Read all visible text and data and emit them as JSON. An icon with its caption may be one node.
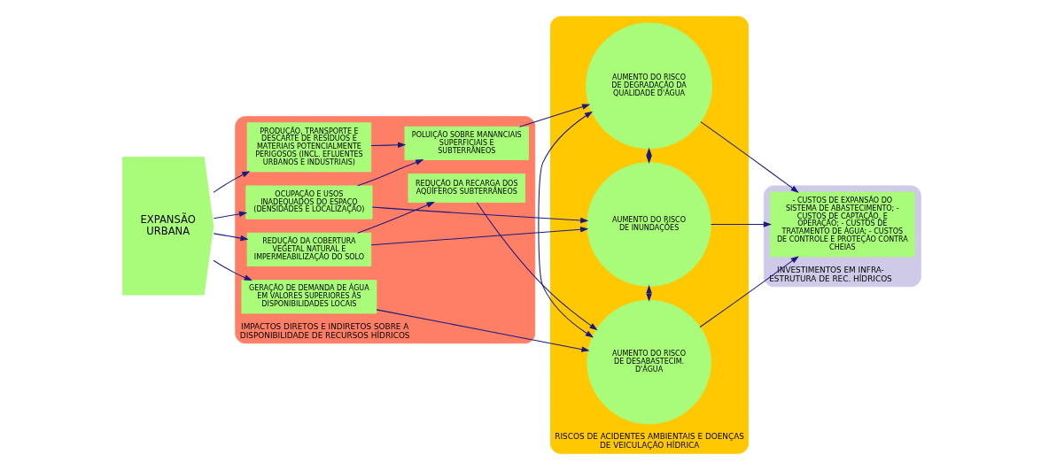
{
  "diagram": {
    "nodes": [
      {
        "text": [
          "EXPANSÃO URBANA"
        ]
      },
      {
        "text": [
          "IMPACTOS DIRETOS E INDIRETOS SOBRE A DISPONIBILIDADE DE RECURSOS HÍDRICOS"
        ]
      },
      {
        "text": [
          "GERAÇÃO DE DEMANDA DE ÁGUA EM VALORES SUPERIORES ÀS DISPONIBILIDADES LOCAIS"
        ],
        "in": 1
      },
      {
        "text": [
          "REDUÇÃO DA COBERTURA VEGETAL NATURAL E IMPERMEABILIZAÇÃO DO SOLO"
        ],
        "in": 1
      },
      {
        "text": [
          "OCUPAÇÃO E USOS INADEQUADOS DO ESPAÇO (DENSIDADES E LOCALIZAÇÃO)"
        ],
        "in": 1
      },
      {
        "text": [
          "PRODUÇÃO, TRANSPORTE E DESCARTE DE RESÍDUOS E MATERIAIS POTENCIALMENTE PERIGOSOS (INCL. EFLUENTES URBANOS E INDUSTRIAIS)"
        ],
        "in": 1
      },
      {
        "text": [
          "REDUÇÃO DA RECARGA DOS AQÜÍFEROS SUBTERRÂNEOS"
        ],
        "in": 1
      },
      {
        "text": [
          "POLUIÇÃO SOBRE MANANCIAIS SUPERFICIAIS E SUBTERRÂNEOS"
        ],
        "in": 1
      },
      {
        "text": [
          "RISCOS DE ACIDENTES AMBIENTAIS E DOENÇAS DE VEICULAÇÃO HÍDRICA"
        ]
      },
      {
        "text": [
          "AUMENTO DO RISCO DE DESABASTECIM. D'ÁGUA"
        ],
        "in": 8
      },
      {
        "text": [
          "AUMENTO DO RISCO DE INUNDAÇÕES"
        ],
        "in": 8
      },
      {
        "text": [
          "AUMENTO DO RISCO DE DEGRADAÇÃO DA QUALIDADE D'ÁGUA"
        ],
        "in": 8
      },
      {
        "text": [
          "INVESTIMENTOS EM INFRA-ESTRUTURA DE REC. HÍDRICOS"
        ]
      },
      {
        "text": [
          "- CUSTOS DE EXPANSÃO DO SISTEMA DE ABASTECIMENTO; - CUSTOS DE CAPTAÇÃO, E OPERAÇÃO; - CUSTOS DE TRATAMENTO DE ÁGUA; - CUSTOS DE CONTROLE E PROTEÇÃO CONTRA CHEIAS"
        ],
        "in": 12
      }
    ],
    "edges": [
      {
        "from": 0,
        "to": 2,
        "arrow": "to"
      },
      {
        "from": 0,
        "to": 3,
        "arrow": "to"
      },
      {
        "from": 0,
        "to": 4,
        "arrow": "to"
      },
      {
        "from": 0,
        "to": 5,
        "arrow": "to"
      },
      {
        "from": 2,
        "to": 9,
        "arrow": "to"
      },
      {
        "from": 3,
        "to": 6,
        "arrow": "to"
      },
      {
        "from": 3,
        "to": 10,
        "arrow": "to"
      },
      {
        "from": 6,
        "to": 9,
        "arrow": "to"
      },
      {
        "from": 4,
        "to": 10,
        "arrow": "to"
      },
      {
        "from": 4,
        "to": 7,
        "arrow": "to"
      },
      {
        "from": 5,
        "to": 7,
        "arrow": "to"
      },
      {
        "from": 7,
        "to": 11,
        "arrow": "to"
      },
      {
        "from": 10,
        "to": 9,
        "arrow": "both"
      },
      {
        "from": 9,
        "to": 11,
        "arrow": "both"
      },
      {
        "from": 10,
        "to": 11,
        "arrow": "both"
      },
      {
        "from": 9,
        "to": 13,
        "arrow": "to"
      },
      {
        "from": 10,
        "to": 13,
        "arrow": "to"
      },
      {
        "from": 11,
        "to": 13,
        "arrow": "to"
      }
    ]
  }
}
